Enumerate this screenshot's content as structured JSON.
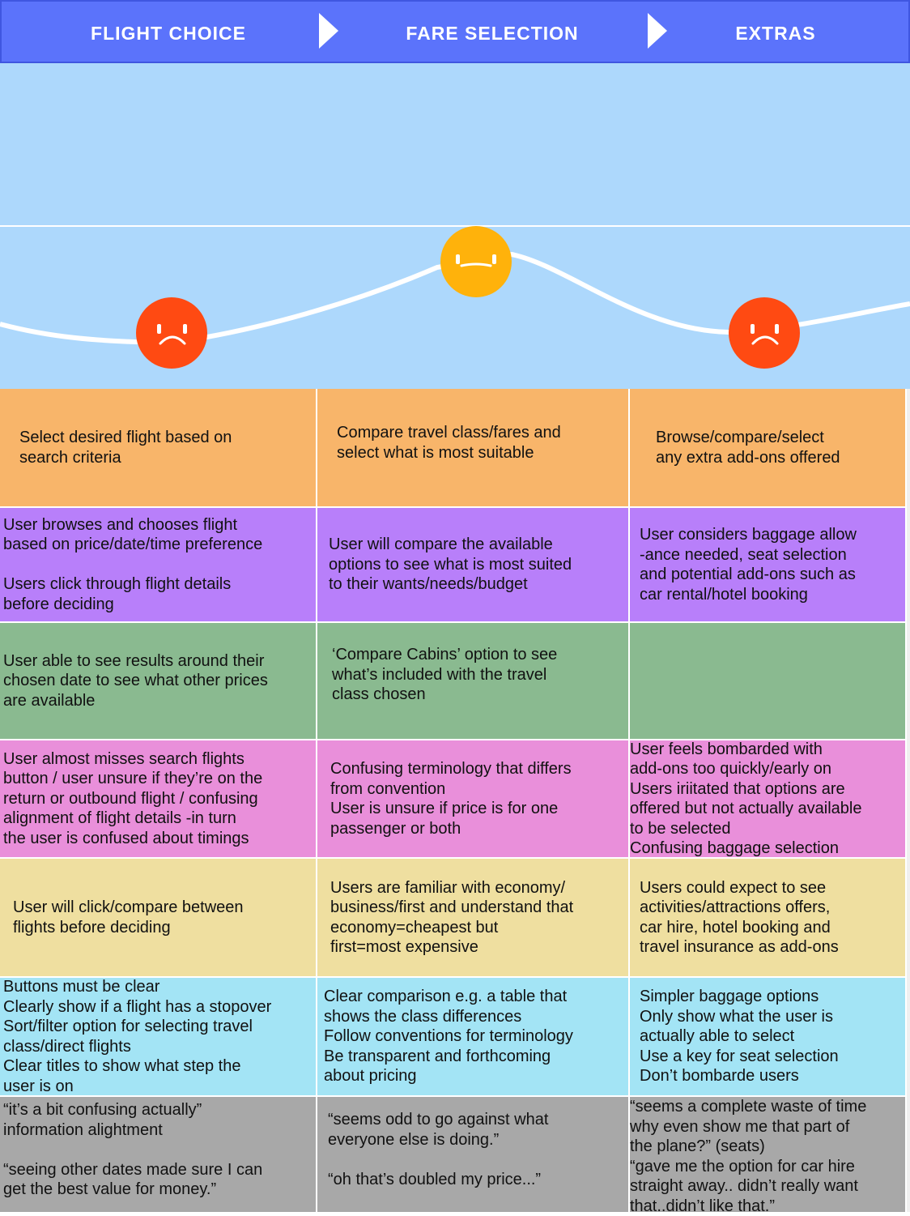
{
  "phases": [
    "FLIGHT CHOICE",
    "FARE SELECTION",
    "EXTRAS"
  ],
  "colors": {
    "header": "#5b73fb",
    "emotion_bg": "#add8fc",
    "sad": "#ff4a12",
    "neutral": "#ffb20b",
    "rows": [
      "#f8b56a",
      "#b87ffa",
      "#8aba90",
      "#e98fda",
      "#efdfa0",
      "#a3e4f5",
      "#a8a8a8"
    ]
  },
  "emotions": [
    "sad",
    "neutral",
    "sad"
  ],
  "rows": [
    {
      "cells": [
        "Select desired flight based on\nsearch criteria",
        "Compare travel class/fares and\nselect what is most suitable",
        "Browse/compare/select\nany extra add-ons offered"
      ]
    },
    {
      "cells": [
        "User browses and chooses flight\nbased on price/date/time preference\n\nUsers click through flight details\nbefore deciding",
        "User will compare the available\noptions to see what is most suited\nto their wants/needs/budget",
        "User considers baggage allow\n-ance needed, seat selection\nand potential add-ons such as\ncar rental/hotel booking"
      ]
    },
    {
      "cells": [
        "User able to see results around their\nchosen date to see what other prices\nare available",
        "‘Compare Cabins’ option to see\nwhat’s included with the travel\nclass chosen",
        ""
      ]
    },
    {
      "cells": [
        "User almost misses search flights\nbutton / user unsure if they’re on the\nreturn or outbound flight / confusing\nalignment of flight details -in turn\nthe user is confused about timings",
        "Confusing terminology that differs\nfrom convention\nUser is unsure if price is for one\npassenger or both",
        "User feels bombarded with\nadd-ons too quickly/early on\nUsers iriitated that options are\noffered but not actually available\nto be selected\nConfusing baggage selection"
      ]
    },
    {
      "cells": [
        "User will click/compare between\nflights before deciding",
        "Users are familiar with economy/\nbusiness/first and understand that\neconomy=cheapest but\nfirst=most expensive",
        "Users could expect to see\nactivities/attractions offers,\ncar hire, hotel booking and\ntravel insurance as add-ons"
      ]
    },
    {
      "cells": [
        "Buttons must be clear\nClearly show if a flight has a stopover\nSort/filter option for selecting travel\nclass/direct flights\nClear titles to show what step the\nuser is on",
        "Clear comparison e.g. a table that\nshows the class differences\nFollow conventions for terminology\nBe transparent and forthcoming\nabout pricing",
        "Simpler baggage options\nOnly show what the user is\nactually able to select\nUse a key for seat selection\nDon’t bombarde users"
      ]
    },
    {
      "cells": [
        "“it’s a bit confusing actually”\ninformation alightment\n\n“seeing other dates made sure I can\nget the best value for money.”",
        "“seems odd to go against what\neveryone else is doing.”\n\n“oh that’s doubled my price...”",
        "“seems a complete waste of time\nwhy even show me that part of\n the plane?” (seats)\n“gave me the option for car hire\nstraight away.. didn’t really want\nthat..didn’t like that.”"
      ]
    }
  ]
}
